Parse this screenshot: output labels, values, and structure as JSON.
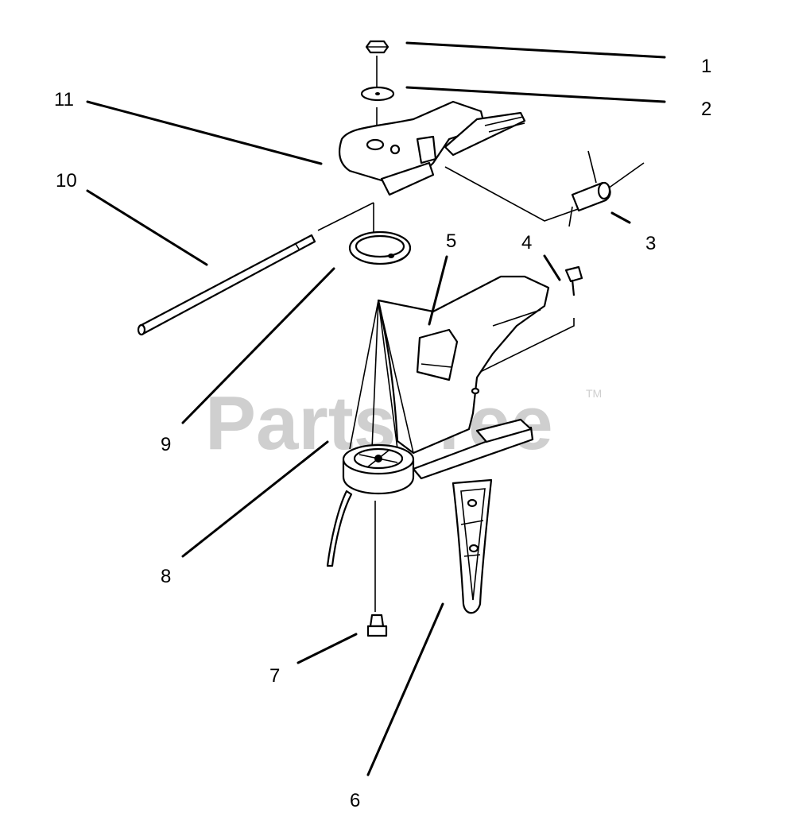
{
  "watermark": {
    "text": "PartsTree",
    "trademark": "TM"
  },
  "callouts": [
    {
      "id": "1",
      "label": "1"
    },
    {
      "id": "2",
      "label": "2"
    },
    {
      "id": "3",
      "label": "3"
    },
    {
      "id": "4",
      "label": "4"
    },
    {
      "id": "5",
      "label": "5"
    },
    {
      "id": "6",
      "label": "6"
    },
    {
      "id": "7",
      "label": "7"
    },
    {
      "id": "8",
      "label": "8"
    },
    {
      "id": "9",
      "label": "9"
    },
    {
      "id": "10",
      "label": "10"
    },
    {
      "id": "11",
      "label": "11"
    }
  ],
  "colors": {
    "ink": "#000000",
    "watermark": "#cfcfcf",
    "background": "#ffffff"
  }
}
